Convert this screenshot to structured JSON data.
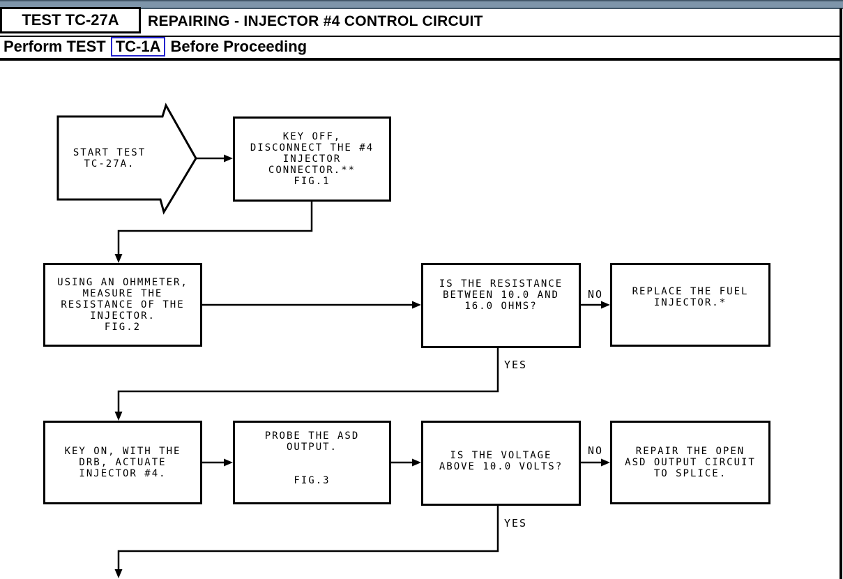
{
  "header": {
    "test_id": "TEST TC-27A",
    "title": "REPAIRING - INJECTOR #4 CONTROL CIRCUIT",
    "subtitle": {
      "prefix": "Perform TEST",
      "link": "TC-1A",
      "suffix": "Before Proceeding"
    }
  },
  "colors": {
    "topbar": "#7e95aa",
    "topbaredge": "#44586a",
    "linkblue": "#2323cd",
    "ink": "#000000"
  },
  "flowchart": {
    "start": {
      "label": "START TEST\nTC-27A."
    },
    "nodes": [
      {
        "id": "step-1",
        "text": "KEY OFF,\nDISCONNECT THE #4\nINJECTOR\nCONNECTOR.**\nFIG.1"
      },
      {
        "id": "step-2",
        "text": "USING AN OHMMETER,\nMEASURE THE\nRESISTANCE OF THE\nINJECTOR.\nFIG.2"
      },
      {
        "id": "decision-1",
        "text": "IS THE RESISTANCE\nBETWEEN 10.0 AND\n16.0 OHMS?"
      },
      {
        "id": "result-1",
        "text": "REPLACE THE FUEL\nINJECTOR.*"
      },
      {
        "id": "step-3",
        "text": "KEY ON, WITH THE\nDRB, ACTUATE\nINJECTOR #4."
      },
      {
        "id": "step-4",
        "text": "PROBE THE ASD\nOUTPUT.\n\n\nFIG.3"
      },
      {
        "id": "decision-2",
        "text": "IS THE VOLTAGE\nABOVE 10.0 VOLTS?"
      },
      {
        "id": "result-2",
        "text": "REPAIR THE OPEN\nASD OUTPUT CIRCUIT\nTO SPLICE."
      }
    ],
    "branches": [
      {
        "id": "decision-1-no",
        "label": "NO"
      },
      {
        "id": "decision-1-yes",
        "label": "YES"
      },
      {
        "id": "decision-2-no",
        "label": "NO"
      },
      {
        "id": "decision-2-yes",
        "label": "YES"
      }
    ]
  }
}
